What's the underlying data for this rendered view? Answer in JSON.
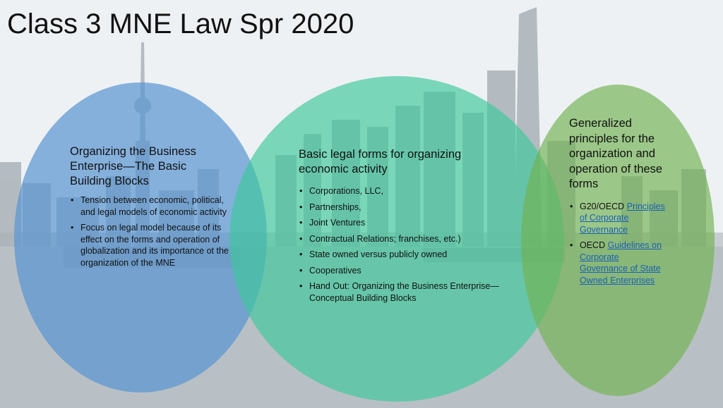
{
  "slide": {
    "title": "Class 3 MNE Law Spr 2020"
  },
  "circle_left": {
    "heading": "Organizing the Business Enterprise—The Basic Building Blocks",
    "bullets": [
      "Tension between economic, political, and legal models of economic activity",
      "Focus on legal model because of its effect on the forms and operation of globalization and its importance ot the organization of the MNE"
    ]
  },
  "circle_middle": {
    "heading": "Basic legal forms for organizing economic activity",
    "bullets": [
      "Corporations, LLC,",
      "Partnerships,",
      "Joint Ventures",
      "Contractual Relations; franchises, etc.)",
      "State owned versus publicly owned",
      "Cooperatives",
      "Hand Out: Organizing the Business Enterprise—Conceptual Building Blocks"
    ]
  },
  "circle_right": {
    "heading": "Generalized principles for the organization and operation of these forms",
    "bullets": [
      {
        "prefix": "G20/OECD ",
        "link": "Principles of Corporate Governance"
      },
      {
        "prefix": "OECD ",
        "link": "Guidelines on Corporate Governance of State Owned Enterprises"
      }
    ]
  },
  "colors": {
    "left_circle": "#5894d2",
    "middle_circle": "#3cc89b",
    "right_circle": "#70b250",
    "link": "#1a5fb4"
  }
}
